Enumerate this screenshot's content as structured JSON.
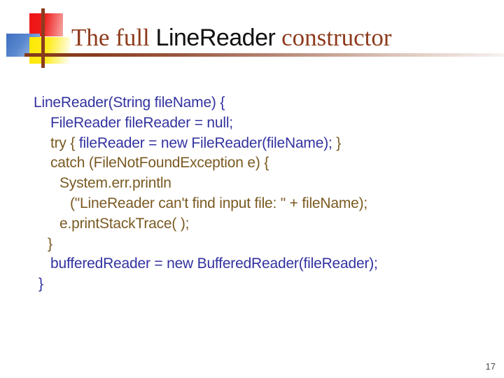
{
  "slide": {
    "title": {
      "part1": "The full ",
      "part2": "LineReader",
      "part3": " constructor"
    },
    "page_number": "17"
  },
  "colors": {
    "blue": "#3232a0",
    "brown": "#7a5a22",
    "title_text": "#8e3b1d",
    "line_brown": "#8c3d1e"
  },
  "code": {
    "lines": [
      {
        "indent": 0,
        "segments": [
          {
            "color": "blue",
            "text": "LineReader(String fileName) {"
          }
        ]
      },
      {
        "indent": 24,
        "segments": [
          {
            "color": "blue",
            "text": "FileReader fileReader = null;"
          }
        ]
      },
      {
        "indent": 24,
        "segments": [
          {
            "color": "brown",
            "text": "try { "
          },
          {
            "color": "blue",
            "text": "fileReader = new FileReader(fileName);"
          },
          {
            "color": "brown",
            "text": " }"
          }
        ]
      },
      {
        "indent": 24,
        "segments": [
          {
            "color": "brown",
            "text": "catch (FileNotFoundException e) {"
          }
        ]
      },
      {
        "indent": 37,
        "segments": [
          {
            "color": "brown",
            "text": "System.err.println"
          }
        ]
      },
      {
        "indent": 52,
        "segments": [
          {
            "color": "brown",
            "text": "(\"LineReader can't find input file: \" + fileName);"
          }
        ]
      },
      {
        "indent": 37,
        "segments": [
          {
            "color": "brown",
            "text": "e.printStackTrace( );"
          }
        ]
      },
      {
        "indent": 20,
        "segments": [
          {
            "color": "brown",
            "text": "}"
          }
        ]
      },
      {
        "indent": 24,
        "segments": [
          {
            "color": "blue",
            "text": "bufferedReader = new BufferedReader(fileReader);"
          }
        ]
      },
      {
        "indent": 7,
        "segments": [
          {
            "color": "blue",
            "text": "}"
          }
        ]
      }
    ]
  }
}
